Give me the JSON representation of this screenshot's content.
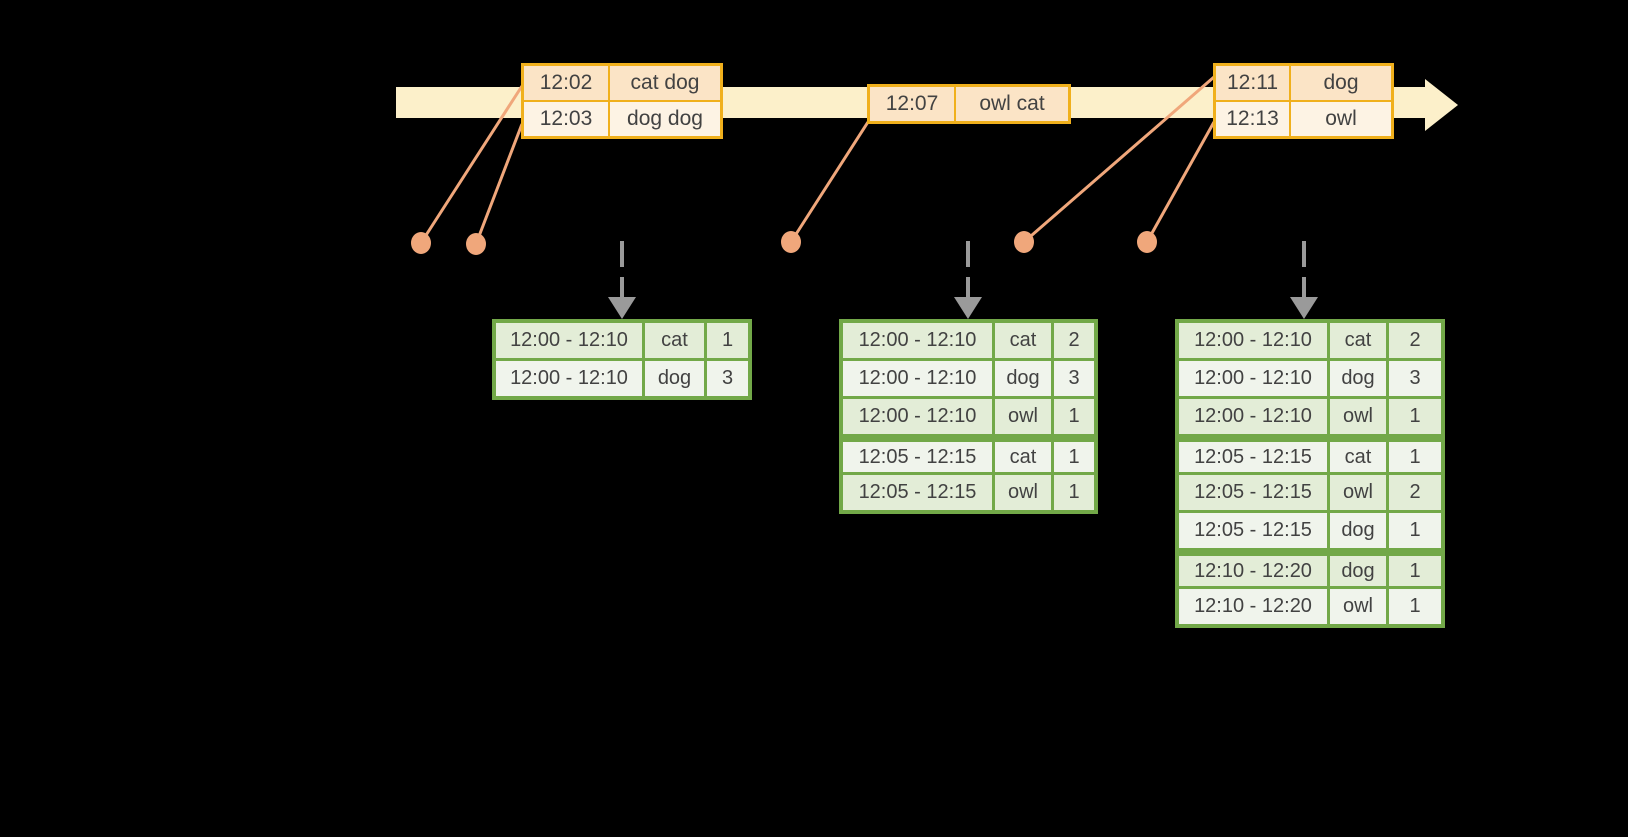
{
  "colors": {
    "background": "#000000",
    "timeline_fill": "#FCF0CA",
    "event_table_border": "#F0B01C",
    "event_row_dark": "#FBE4C6",
    "event_row_light": "#FDF3E4",
    "result_table_border": "#72A848",
    "result_row_dark": "#E3EDD7",
    "result_row_light": "#F0F4EC",
    "connector_orange": "#F0A77B",
    "trigger_arrow_gray": "#9A9A9A",
    "cell_text": "#424242"
  },
  "event_tables": [
    {
      "rows": [
        {
          "time": "12:02",
          "words": "cat dog"
        },
        {
          "time": "12:03",
          "words": "dog dog"
        }
      ]
    },
    {
      "rows": [
        {
          "time": "12:07",
          "words": "owl cat"
        }
      ]
    },
    {
      "rows": [
        {
          "time": "12:11",
          "words": "dog"
        },
        {
          "time": "12:13",
          "words": "owl"
        }
      ]
    }
  ],
  "result_tables": [
    {
      "rows": [
        {
          "window": "12:00 - 12:10",
          "word": "cat",
          "count": "1"
        },
        {
          "window": "12:00 - 12:10",
          "word": "dog",
          "count": "3"
        }
      ]
    },
    {
      "rows": [
        {
          "window": "12:00 - 12:10",
          "word": "cat",
          "count": "2"
        },
        {
          "window": "12:00 - 12:10",
          "word": "dog",
          "count": "3"
        },
        {
          "window": "12:00 - 12:10",
          "word": "owl",
          "count": "1"
        },
        {
          "window": "12:05 - 12:15",
          "word": "cat",
          "count": "1",
          "cls": "sep"
        },
        {
          "window": "12:05 - 12:15",
          "word": "owl",
          "count": "1"
        }
      ]
    },
    {
      "rows": [
        {
          "window": "12:00 - 12:10",
          "word": "cat",
          "count": "2"
        },
        {
          "window": "12:00 - 12:10",
          "word": "dog",
          "count": "3"
        },
        {
          "window": "12:00 - 12:10",
          "word": "owl",
          "count": "1"
        },
        {
          "window": "12:05 - 12:15",
          "word": "cat",
          "count": "1",
          "cls": "sep"
        },
        {
          "window": "12:05 - 12:15",
          "word": "owl",
          "count": "2"
        },
        {
          "window": "12:05 - 12:15",
          "word": "dog",
          "count": "1"
        },
        {
          "window": "12:10 - 12:20",
          "word": "dog",
          "count": "1",
          "cls": "sep"
        },
        {
          "window": "12:10 - 12:20",
          "word": "owl",
          "count": "1"
        }
      ]
    }
  ]
}
